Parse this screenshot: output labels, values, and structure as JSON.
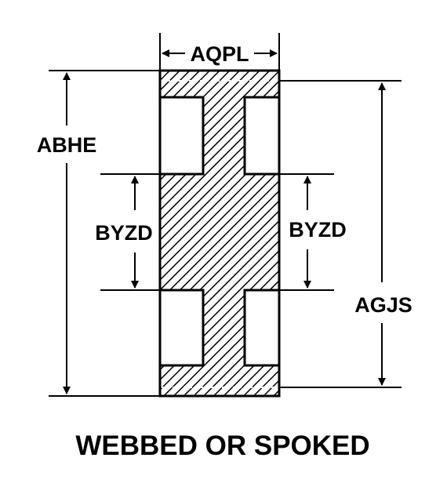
{
  "diagram": {
    "labels": {
      "width": "AQPL",
      "overall_height": "ABHE",
      "hub_height_left": "BYZD",
      "hub_height_right": "BYZD",
      "pitch_height": "AGJS"
    },
    "caption": "WEBBED OR SPOKED"
  }
}
